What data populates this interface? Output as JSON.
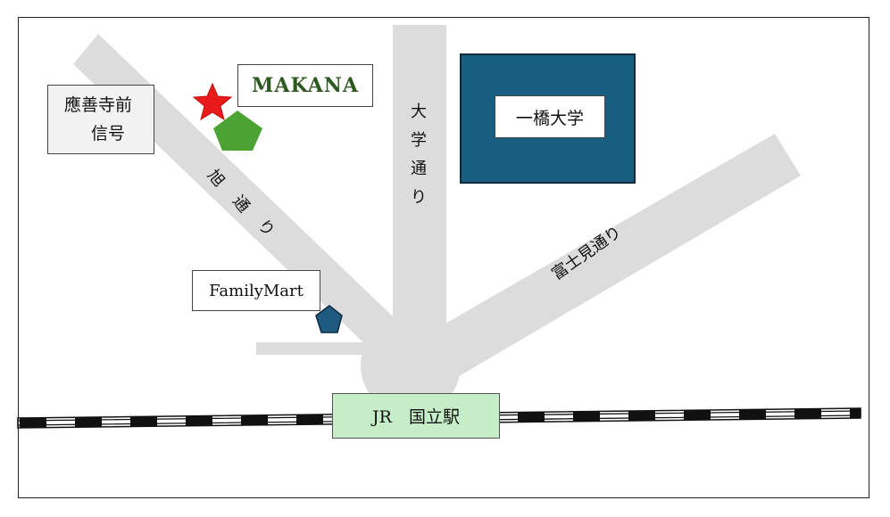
{
  "colors": {
    "road": "#dcdcdc",
    "university_block": "#175e80",
    "makana_marker": "#e81a1a",
    "makana_pentagon": "#4aa332",
    "familymart_pentagon": "#1f5a80",
    "station_fill": "#c5eec8",
    "signal_fill": "#f2f2f2"
  },
  "labels": {
    "signal_line1": "應善寺前",
    "signal_line2": "信号",
    "makana": "MAKANA",
    "university": "一橋大学",
    "familymart": "FamilyMart",
    "station": "JR　国立駅"
  },
  "roads": {
    "daigaku_dori": [
      "大",
      "学",
      "通",
      "り"
    ],
    "asahi_dori": [
      "旭",
      "通",
      "り"
    ],
    "fujimi_dori": "富士見通り"
  },
  "icons": {
    "makana_marker": "star-icon",
    "makana_pin": "pentagon-icon",
    "familymart_pin": "pentagon-icon",
    "railway": "railway-track"
  }
}
